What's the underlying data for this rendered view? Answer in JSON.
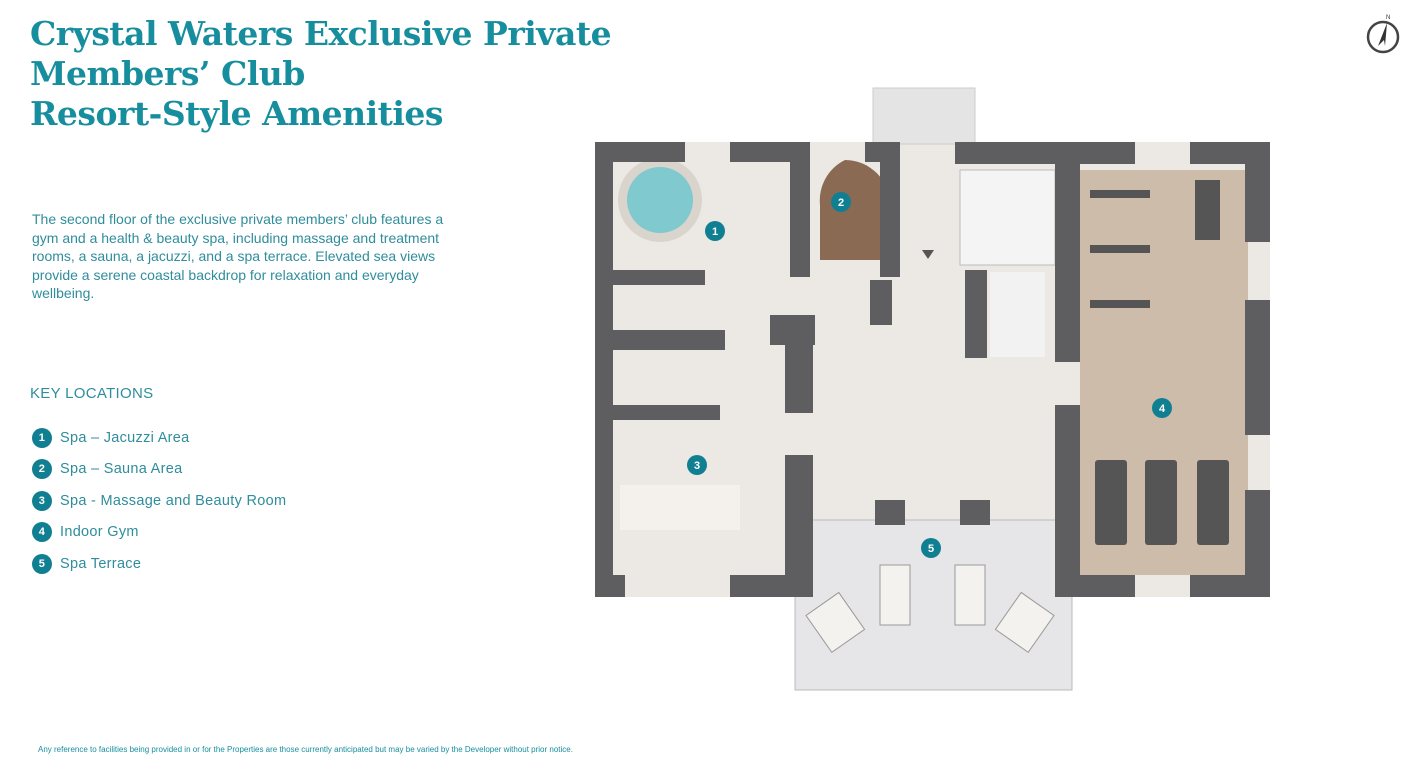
{
  "header": {
    "title_lines": [
      "Crystal Waters Exclusive Private",
      "Members’ Club",
      "Resort-Style Amenities"
    ]
  },
  "description": "The second floor of the exclusive private members’ club features a gym and a health & beauty spa, including massage and treatment rooms, a sauna, a jacuzzi, and a spa terrace. Elevated sea views provide a serene coastal backdrop for relaxation and everyday wellbeing.",
  "key_locations": {
    "heading": "KEY LOCATIONS",
    "items": [
      {
        "number": "1",
        "label": "Spa – Jacuzzi Area"
      },
      {
        "number": "2",
        "label": "Spa – Sauna Area"
      },
      {
        "number": "3",
        "label": "Spa - Massage and Beauty Room"
      },
      {
        "number": "4",
        "label": "Indoor Gym"
      },
      {
        "number": "5",
        "label": "Spa Terrace"
      }
    ]
  },
  "compass": {
    "label": "N",
    "icon": "north-arrow-icon"
  },
  "plan_markers": [
    "1",
    "2",
    "3",
    "4",
    "5"
  ],
  "colors": {
    "accent": "#168e9e",
    "marker": "#117f92",
    "wall": "#5e5e60",
    "floor": "#e9e6e1",
    "wood": "#cdbcaa",
    "water": "#7fc9cf"
  },
  "disclaimer": "Any reference to facilities being provided in or for the Properties are those currently anticipated but may be varied by the Developer without prior notice."
}
